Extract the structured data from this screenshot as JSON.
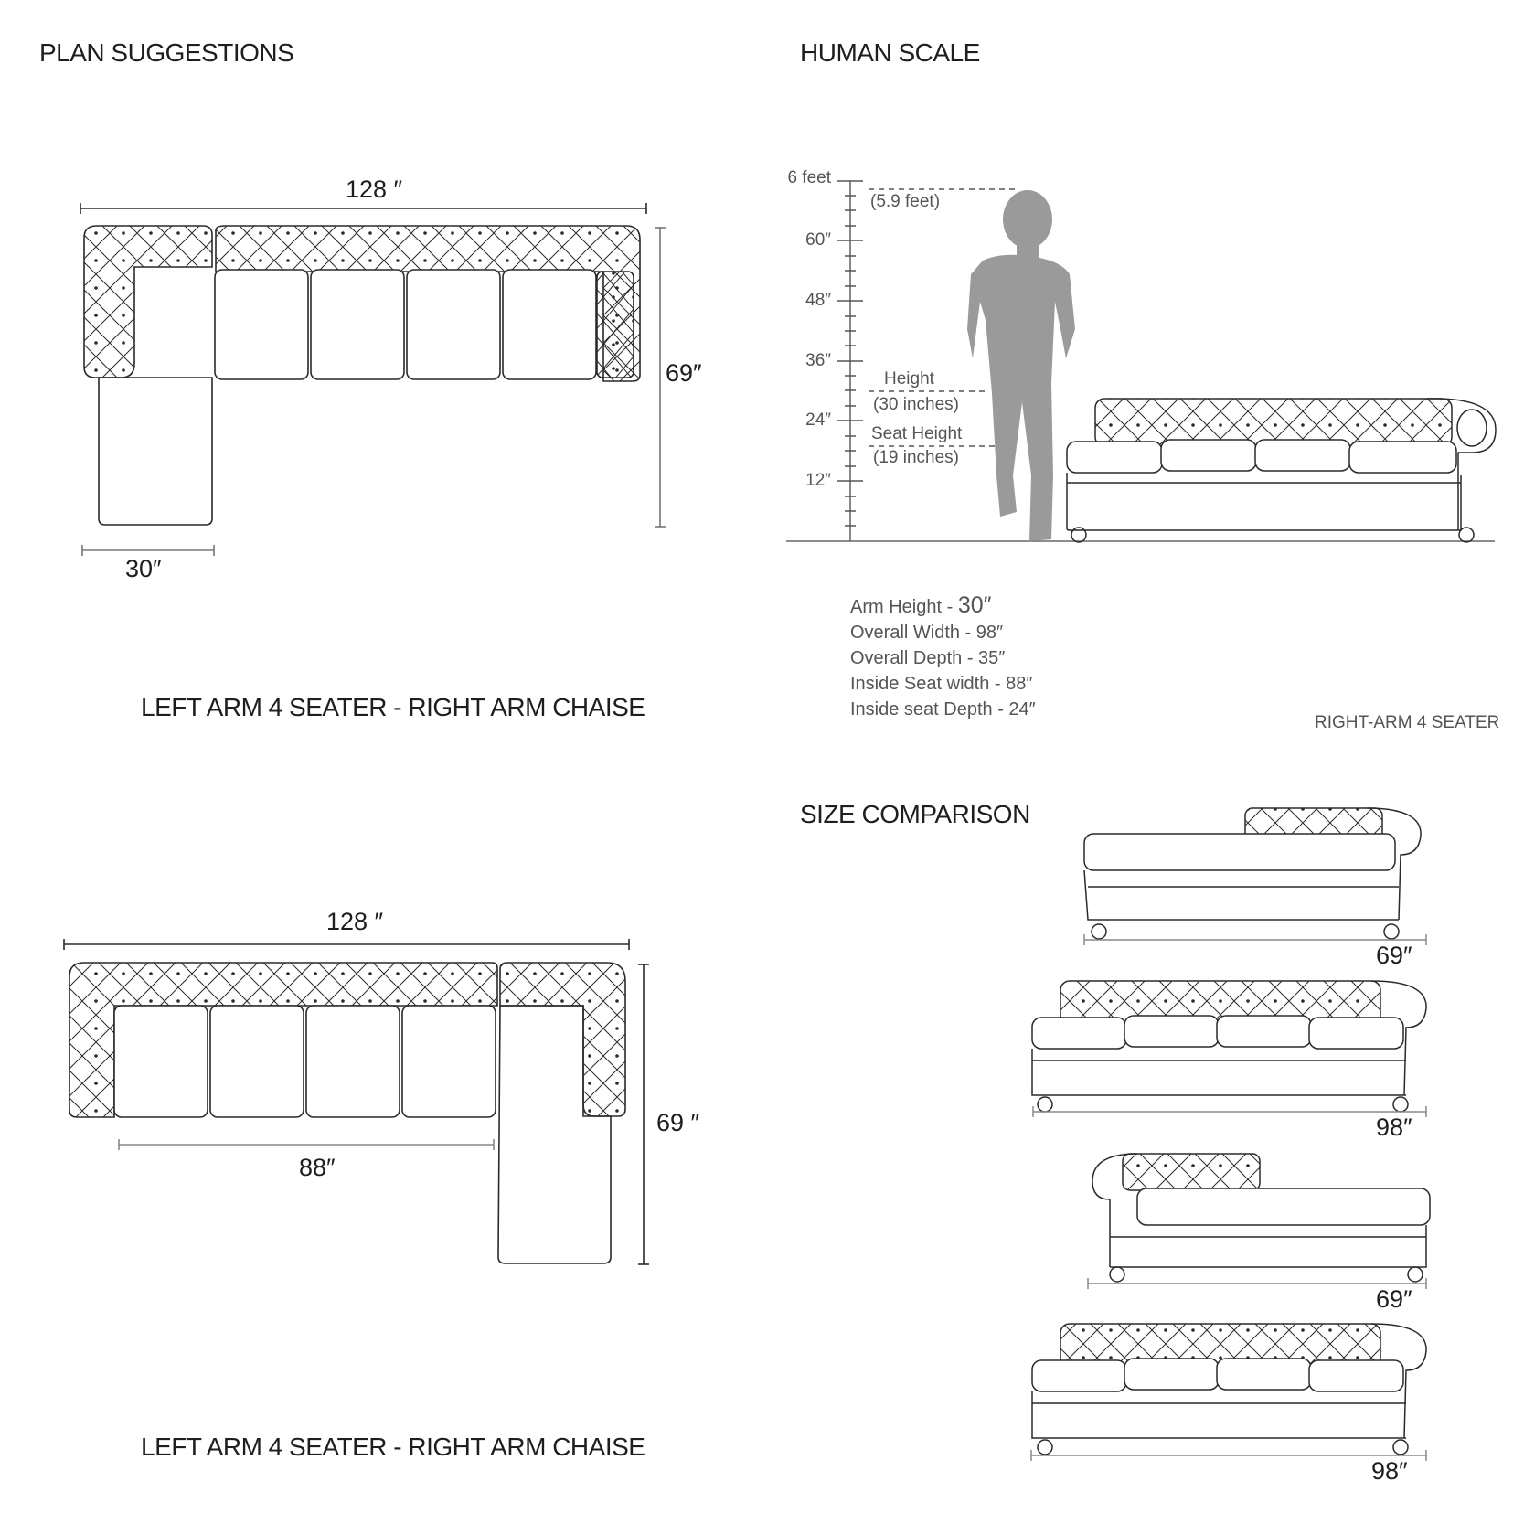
{
  "quadrants": {
    "plan_top": {
      "title": "PLAN SUGGESTIONS",
      "width_label": "128 ″",
      "depth_label": "69″",
      "chaise_width_label": "30″",
      "caption": "LEFT ARM 4 SEATER - RIGHT ARM CHAISE"
    },
    "human_scale": {
      "title": "HUMAN SCALE",
      "ruler_ticks": [
        "6 feet",
        "60″",
        "48″",
        "36″",
        "24″",
        "12″"
      ],
      "person_height": "(5.9 feet)",
      "height_label": "Height",
      "height_value": "(30 inches)",
      "seat_height_label": "Seat Height",
      "seat_height_value": "(19 inches)",
      "specs": {
        "arm_height_label": "Arm Height - ",
        "arm_height_value": "30″",
        "overall_width": "Overall Width - 98″",
        "overall_depth": "Overall Depth - 35″",
        "inside_seat_width": "Inside Seat width - 88″",
        "inside_seat_depth": "Inside seat Depth - 24″"
      },
      "model_label": "RIGHT-ARM 4 SEATER"
    },
    "plan_bottom": {
      "width_label": "128 ″",
      "depth_label": "69 ″",
      "seat_width_label": "88″",
      "caption": "LEFT ARM 4 SEATER - RIGHT ARM CHAISE"
    },
    "size_comparison": {
      "title": "SIZE COMPARISON",
      "items": [
        {
          "label": "69″"
        },
        {
          "label": "98″"
        },
        {
          "label": "69″"
        },
        {
          "label": "98″"
        }
      ]
    }
  },
  "colors": {
    "line": "#2a2a2a",
    "dim_line": "#777777",
    "silhouette": "#9a9a9a",
    "divider": "#d2d2d2"
  }
}
